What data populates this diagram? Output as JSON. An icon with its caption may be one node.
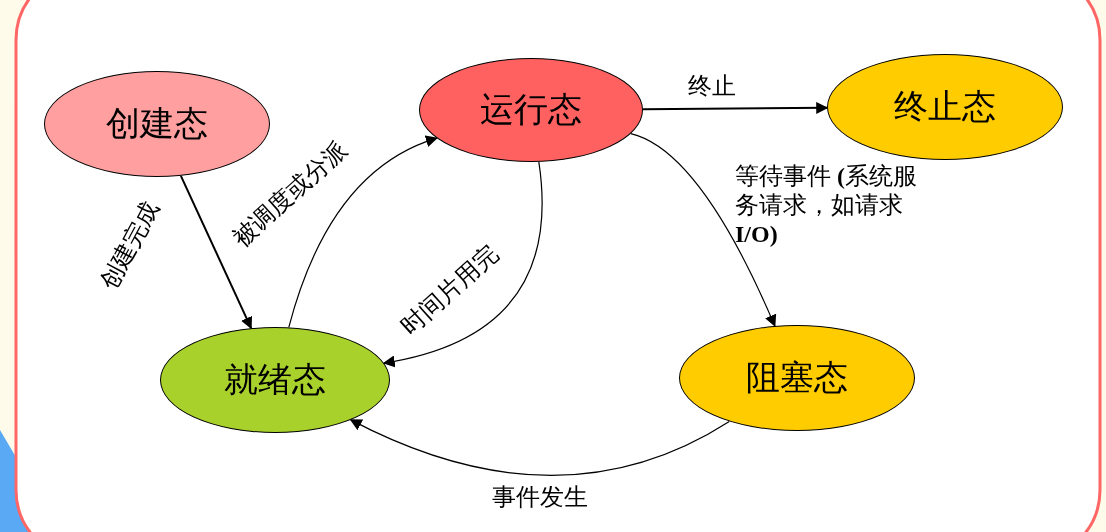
{
  "diagram": {
    "nodes": [
      {
        "text": [
          "创建态"
        ]
      },
      {
        "text": [
          "运行态"
        ]
      },
      {
        "text": [
          "终止态"
        ]
      },
      {
        "text": [
          "就绪态"
        ]
      },
      {
        "text": [
          "阻塞态"
        ]
      }
    ],
    "edges": [
      {
        "from": 0,
        "to": 3,
        "arrow": "to",
        "label": "创建完成"
      },
      {
        "from": 3,
        "to": 1,
        "arrow": "to",
        "label": "被调度或分派"
      },
      {
        "from": 1,
        "to": 3,
        "arrow": "to",
        "label": "时间片用完"
      },
      {
        "from": 1,
        "to": 2,
        "arrow": "to",
        "label": "终止"
      },
      {
        "from": 1,
        "to": 4,
        "arrow": "to",
        "label": "等待事件 **(**系统服务请求，如请求**I/O)**"
      },
      {
        "from": 4,
        "to": 3,
        "arrow": "to",
        "label": "事件发生"
      }
    ]
  }
}
